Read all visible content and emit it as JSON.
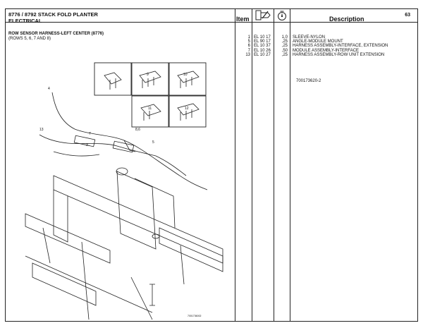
{
  "header": {
    "title_line1": "8776 / 8792 STACK FOLD PLANTER",
    "title_line2": "ELECTRICAL",
    "col_item": "Item",
    "col_description": "Description",
    "page_number": "63",
    "icons": [
      "part-number-icon",
      "quantity-icon"
    ]
  },
  "section": {
    "title": "ROW SENSOR HARNESS-LEFT CENTER (8776)",
    "rows_note": "(ROWS 5, 6, 7 AND 8)"
  },
  "parts": [
    {
      "item": "1",
      "part": "EL 10 17",
      "qty": "1,0",
      "desc": "SLEEVE-NYLON"
    },
    {
      "item": "5",
      "part": "EL 90 17",
      "qty": ",25",
      "desc": "ANGLE-MODULE MOUNT"
    },
    {
      "item": "6",
      "part": "EL 10 37",
      "qty": ",25",
      "desc": "HARNESS ASSEMBLY-INTERFACE, EXTENSION"
    },
    {
      "item": "7",
      "part": "EL 10 26",
      "qty": ",50",
      "desc": "MODULE ASSEMBLY-INTERFACE"
    },
    {
      "item": "13",
      "part": "EL 10 27",
      "qty": ",25",
      "desc": "HARNESS ASSEMBLY-ROW UNIT EXTENSION"
    }
  ],
  "reference_number": "700173620-2",
  "figure_id": "7001736002",
  "callouts": [
    "4",
    "9",
    "10",
    "11",
    "12",
    "8,6",
    "7",
    "5",
    "13",
    "3"
  ]
}
